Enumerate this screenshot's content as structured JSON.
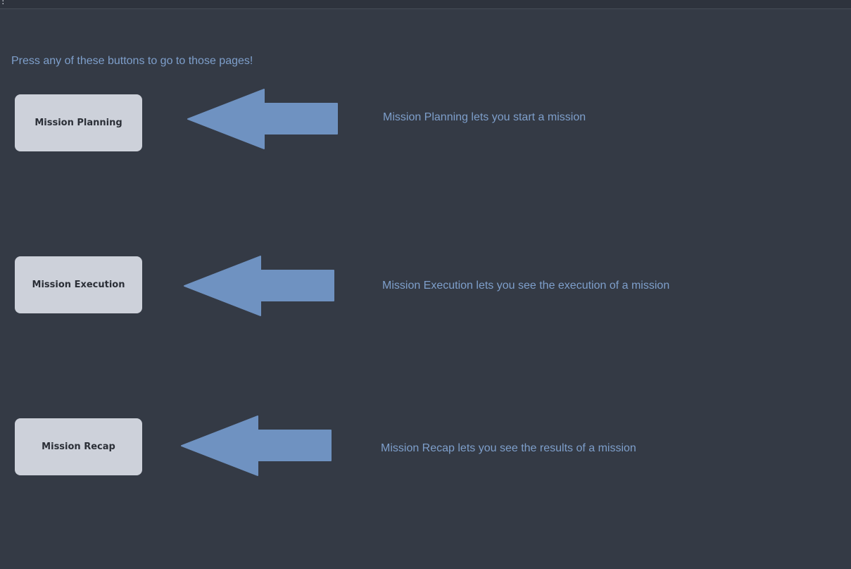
{
  "topbar": {
    "glyph": ":"
  },
  "intro_text": "Press any of these buttons to go to those pages!",
  "colors": {
    "background": "#343a45",
    "button_bg": "#cdd1da",
    "button_text": "#2b2f37",
    "arrow": "#6f92c1",
    "text": "#7e9fcb"
  },
  "items": [
    {
      "button_label": "Mission Planning",
      "description": "Mission Planning lets you start a mission",
      "arrow_icon": "arrow-left-icon"
    },
    {
      "button_label": "Mission Execution",
      "description": "Mission Execution lets you see the execution of a mission",
      "arrow_icon": "arrow-left-icon"
    },
    {
      "button_label": "Mission Recap",
      "description": "Mission Recap lets you see the results of a mission",
      "arrow_icon": "arrow-left-icon"
    }
  ]
}
